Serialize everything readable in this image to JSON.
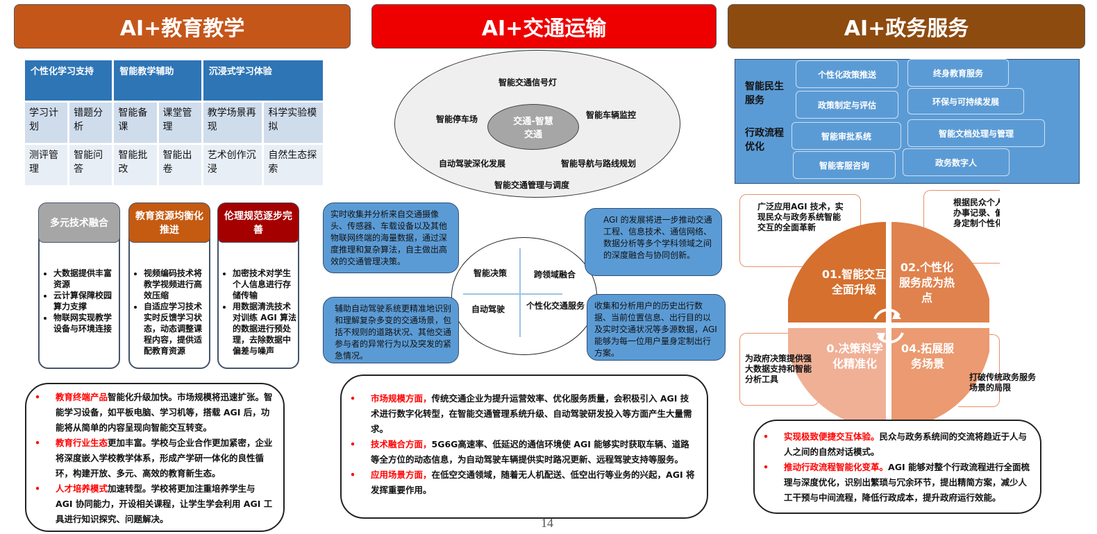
{
  "headers": [
    "AI+教育教学",
    "AI+交通运输",
    "AI+政务服务"
  ],
  "education": {
    "table": {
      "headers": [
        "个性化学习支持",
        "智能教学辅助",
        "沉浸式学习体验"
      ],
      "rows": [
        [
          "学习计划",
          "错题分析",
          "智能备课",
          "课堂管理",
          "教学场景再现",
          "科学实验模拟"
        ],
        [
          "测评管理",
          "智能问答",
          "智能批改",
          "智能出卷",
          "艺术创作沉浸",
          "自然生态探索"
        ]
      ]
    },
    "cards": [
      {
        "title": "多元技术融合",
        "color": "#A6A6A6",
        "items": [
          "大数据提供丰富资源",
          "云计算保障校园算力支撑",
          "物联网实现教学设备与环境连接"
        ]
      },
      {
        "title": "教育资源均衡化推进",
        "color": "#C55A11",
        "items": [
          "视频编码技术将教学视频进行高效压缩",
          "自适应学习技术实时反馈学习状态，动态调整课程内容，提供适配教育资源"
        ]
      },
      {
        "title": "伦理规范逐步完善",
        "color": "#A50000",
        "items": [
          "加密技术对学生个人信息进行存储传输",
          "用数据清洗技术对训练 AGI 算法的数据进行预处理，去除数据中偏差与噪声"
        ]
      }
    ],
    "bullets": [
      {
        "highlight": "教育终端产品",
        "text": "智能化升级加快。市场规模将迅速扩张。智能学习设备，如平板电脑、学习机等，搭载 AGI 后，功能将从简单的内容呈现向智能交互转变。"
      },
      {
        "highlight": "教育行业生态",
        "text": "更加丰富。学校与企业合作更加紧密，企业将深度嵌入学校教学体系，形成产学研一体化的良性循环，构建开放、多元、高效的教育新生态。"
      },
      {
        "highlight": "人才培养模式",
        "text": "加速转型。学校将更加注重培养学生与 AGI 协同能力，开设相关课程，让学生学会利用 AGI 工具进行知识探究、问题解决。"
      }
    ]
  },
  "transport": {
    "center": "交通-智慧交通",
    "ring": [
      "智能交通信号灯",
      "智能停车场",
      "智能车辆监控",
      "自动驾驶深化发展",
      "智能导航与路线规划",
      "智能交通管理与调度"
    ],
    "quadrants": [
      "智能决策",
      "跨领域融合",
      "自动驾驶",
      "个性化交通服务"
    ],
    "boxes": [
      "实时收集并分析来自交通摄像头、传感器、车载设备以及其他物联网终端的海量数据，通过深度推理和复杂算法，自主做出高效的交通管理决策。",
      "AGI 的发展将进一步推动交通工程、信息技术、通信网络、数据分析等多个学科领域之间的深度融合与协同创新。",
      "辅助自动驾驶系统更精准地识别和理解复杂多变的交通场景，包括不规则的道路状况、其他交通参与者的异常行为以及突发的紧急情况。",
      "收集和分析用户的历史出行数据、当前位置信息、出行目的以及实时交通状况等多源数据，AGI 能够为每一位用户量身定制出行方案。"
    ],
    "bullets": [
      {
        "highlight": "市场规模方面，",
        "text": "传统交通企业为提升运营效率、优化服务质量，会积极引入 AGI 技术进行数字化转型，在智能交通管理系统升级、自动驾驶研发投入等方面产生大量需求。"
      },
      {
        "highlight": "技术融合方面，",
        "text": "5G6G高速率、低延迟的通信环境使 AGI 能够实时获取车辆、道路等全方位的动态信息，为自动驾驶车辆提供实时路况更新、远程驾驶支持等服务。"
      },
      {
        "highlight": "应用场景方面，",
        "text": "在低空交通领域，随着无人机配送、低空出行等业务的兴起，AGI 将发挥重要作用。"
      }
    ]
  },
  "gov": {
    "groups": [
      "智能民生服务",
      "行政流程优化"
    ],
    "items": [
      "个性化政策推送",
      "终身教育服务",
      "政策制定与评估",
      "环保与可持续发展",
      "智能审批系统",
      "智能文档处理与管理",
      "智能客服咨询",
      "政务数字人"
    ],
    "pie": [
      {
        "label": "01.智能交互全面升级",
        "color": "#D5702F",
        "desc": "广泛应用AGI 技术，实现民众与政务系统智能交互的全面革新"
      },
      {
        "label": "02.个性化服务成为热点",
        "color": "#E0824E",
        "desc": "根据民众个人信息、历史办事记录、偏好等为其量身定制个性化政务服务"
      },
      {
        "label": "0.决策科学化精准化",
        "color": "#F0B096",
        "desc": "为政府决策提供强大数据支持和智能分析工具"
      },
      {
        "label": "04.拓展服务场景",
        "color": "#EB9A71",
        "desc": "打破传统政务服务场景的局限"
      }
    ],
    "bullets": [
      {
        "highlight": "实现极致便捷交互体验。",
        "text": "民众与政务系统间的交流将趋近于人与人之间的自然对话模式。"
      },
      {
        "highlight": "推动行政流程智能化变革。",
        "text": "AGI 能够对整个行政流程进行全面梳理与深度优化，识别出繁琐与冗余环节，提出精简方案，减少人工干预与中间流程，降低行政成本，提升政府运行效能。"
      }
    ]
  },
  "page_number": "14"
}
